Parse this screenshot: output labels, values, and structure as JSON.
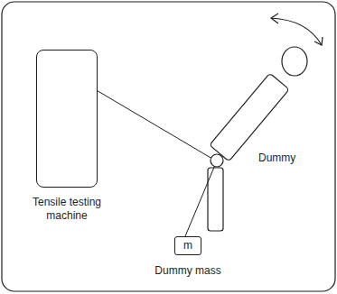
{
  "diagram": {
    "nodes": [
      {
        "text": [
          "Tensile testing machine"
        ]
      },
      {
        "text": [
          "m",
          "Dummy mass"
        ]
      }
    ],
    "labels": [
      "Dummy"
    ]
  }
}
